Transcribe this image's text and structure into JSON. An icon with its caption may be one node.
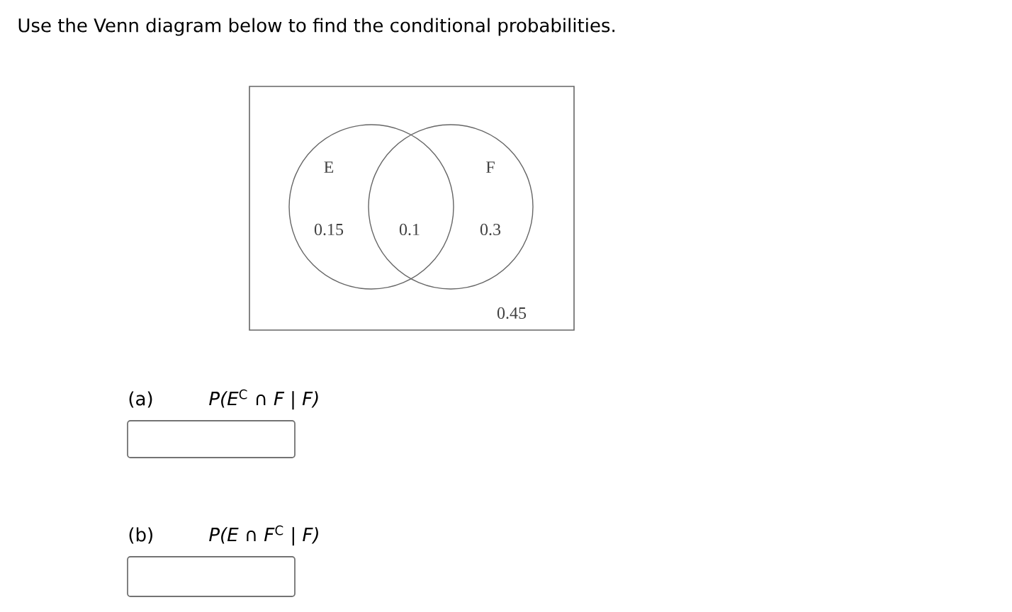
{
  "diagram": {
    "title": "Use the Venn diagram below to find the conditional probabilities.",
    "nodes": [
      {
        "text": [
          "0.45"
        ]
      },
      {
        "text": [
          "E",
          "0.15"
        ],
        "in": 0
      },
      {
        "text": [
          "F",
          "0.3"
        ],
        "in": 0
      }
    ],
    "edges": [],
    "labels": [
      "0.1",
      "(a)",
      "*P(E*$^{C}$ ∩ *F | F)*",
      "(b)",
      "*P(E* ∩ *F*$^{C}$ *| F)*"
    ]
  }
}
